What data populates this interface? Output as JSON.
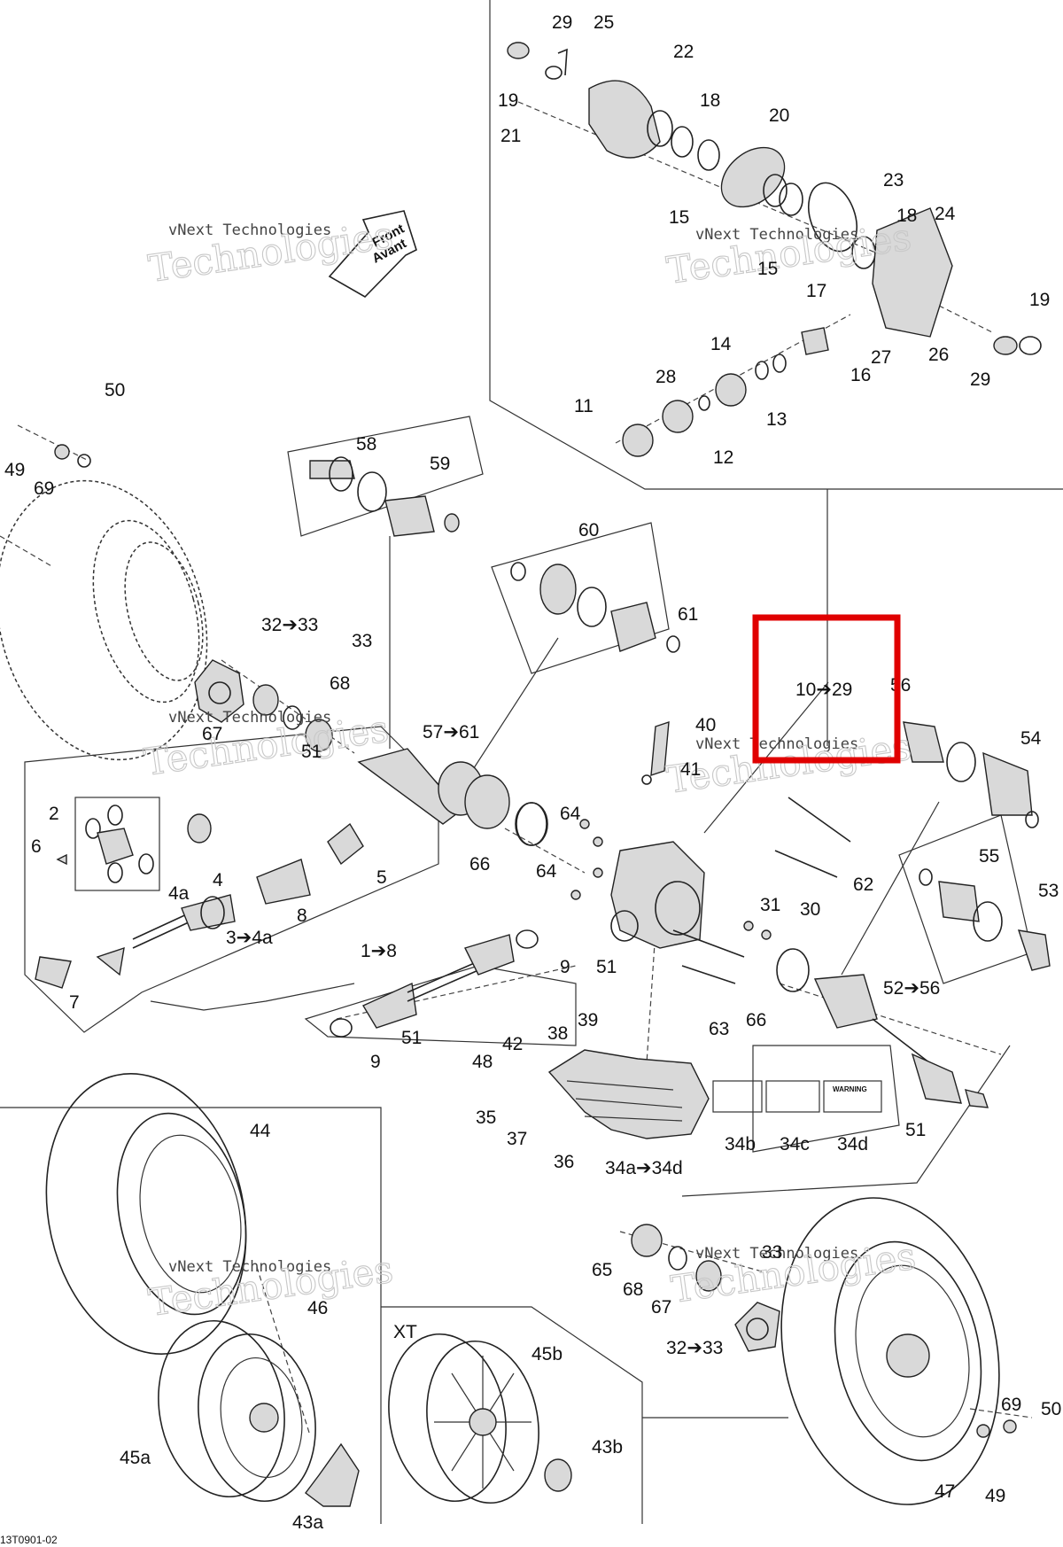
{
  "diagram": {
    "code": "13T0901-02",
    "watermark_line1": "vNext Technologies",
    "watermark_line2": "Technologies",
    "front_arrow_line1": "Front",
    "front_arrow_line2": "Avant",
    "xt_label": "XT",
    "highlight_label": "10➔29",
    "highlight_color": "#e00000",
    "warning_text": "WARNING",
    "labels": {
      "l1_8": "1➔8",
      "l2": "2",
      "l3_4a": "3➔4a",
      "l4": "4",
      "l4a": "4a",
      "l5": "5",
      "l6": "6",
      "l7": "7",
      "l8": "8",
      "l9a": "9",
      "l9b": "9",
      "l11": "11",
      "l12": "12",
      "l13": "13",
      "l14": "14",
      "l15a": "15",
      "l15b": "15",
      "l16": "16",
      "l17": "17",
      "l18a": "18",
      "l18b": "18",
      "l19a": "19",
      "l19b": "19",
      "l20": "20",
      "l21": "21",
      "l22": "22",
      "l23": "23",
      "l24": "24",
      "l25": "25",
      "l26": "26",
      "l27": "27",
      "l28": "28",
      "l29a": "29",
      "l29b": "29",
      "l30": "30",
      "l31": "31",
      "l32_33a": "32➔33",
      "l32_33b": "32➔33",
      "l33a": "33",
      "l33b": "33",
      "l34a_34d": "34a➔34d",
      "l34b": "34b",
      "l34c": "34c",
      "l34d": "34d",
      "l35": "35",
      "l36": "36",
      "l37": "37",
      "l38": "38",
      "l39": "39",
      "l40": "40",
      "l41": "41",
      "l42": "42",
      "l43a": "43a",
      "l43b": "43b",
      "l44": "44",
      "l45a": "45a",
      "l45b": "45b",
      "l46": "46",
      "l47": "47",
      "l48": "48",
      "l49a": "49",
      "l49b": "49",
      "l50a": "50",
      "l50b": "50",
      "l51a": "51",
      "l51b": "51",
      "l51c": "51",
      "l51d": "51",
      "l52_56": "52➔56",
      "l53": "53",
      "l54": "54",
      "l55": "55",
      "l56": "56",
      "l57_61": "57➔61",
      "l58": "58",
      "l59": "59",
      "l60": "60",
      "l61": "61",
      "l62": "62",
      "l63": "63",
      "l64a": "64",
      "l64b": "64",
      "l65": "65",
      "l66a": "66",
      "l66b": "66",
      "l67a": "67",
      "l67b": "67",
      "l68a": "68",
      "l68b": "68",
      "l69a": "69",
      "l69b": "69"
    }
  }
}
